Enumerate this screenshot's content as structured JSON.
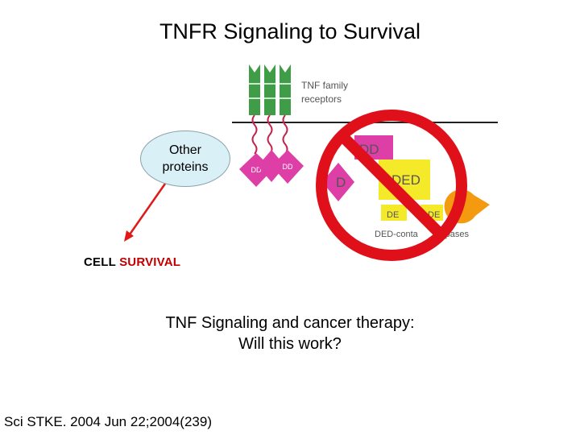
{
  "slide": {
    "title": "TNFR Signaling to Survival",
    "other_proteins": [
      "Other",
      "proteins"
    ],
    "cell_survival": [
      "CELL",
      "SURVIVAL"
    ],
    "question_lines": [
      "TNF Signaling and cancer therapy:",
      "Will this work?"
    ],
    "citation": "Sci STKE. 2004 Jun 22;2004(239)"
  },
  "diagram": {
    "receptor_label": [
      "TNF family",
      "receptors"
    ],
    "dd_label": "DD",
    "adaptor_dd_partial": "DD",
    "d_partial": "D",
    "ded_label": "DED",
    "de_small_left": "DE",
    "de_small_right": "DE",
    "caspase_label_left": "DED-conta",
    "caspase_label_right": "aspases"
  },
  "colors": {
    "receptor_green": "#3f9d47",
    "death_domain_magenta": "#de3fa6",
    "tether_red": "#c5224c",
    "ded_yellow": "#f5ea2a",
    "prohibition_red": "#e0101a",
    "pacman_orange": "#f39a10",
    "arrow_red": "#e01818",
    "bubble_fill": "#d9f0f6"
  }
}
